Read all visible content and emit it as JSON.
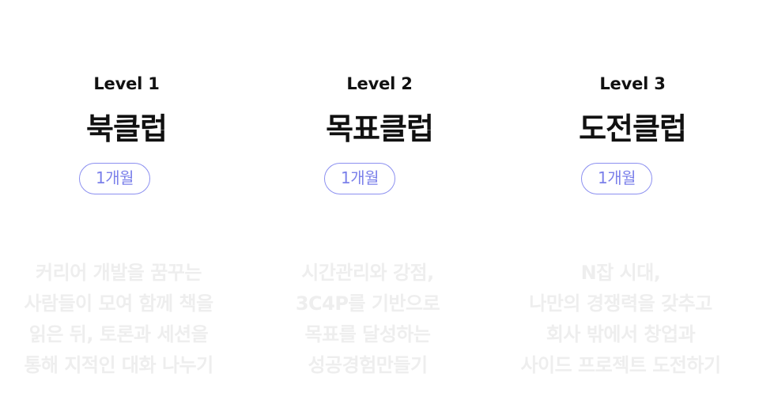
{
  "levels": [
    {
      "level_label": "Level 1",
      "club_name": "북클럽",
      "duration": "1개월",
      "description": [
        "커리어 개발을 꿈꾸는",
        "사람들이 모여 함께 책을",
        "읽은 뒤, 토론과 세션을",
        "통해 지적인 대화 나누기"
      ]
    },
    {
      "level_label": "Level 2",
      "club_name": "목표클럽",
      "duration": "1개월",
      "description": [
        "시간관리와 강점,",
        "3C4P를 기반으로",
        "목표를 달성하는",
        "성공경험만들기"
      ]
    },
    {
      "level_label": "Level 3",
      "club_name": "도전클럽",
      "duration": "1개월",
      "description": [
        "N잡 시대,",
        "나만의 경쟁력을 갖추고",
        "회사 밖에서 창업과",
        "사이드 프로젝트 도전하기"
      ]
    }
  ],
  "colors": {
    "heading": "#111111",
    "duration_accent": "#7b80ea",
    "description_text": "#eeeeee",
    "background": "#ffffff"
  }
}
